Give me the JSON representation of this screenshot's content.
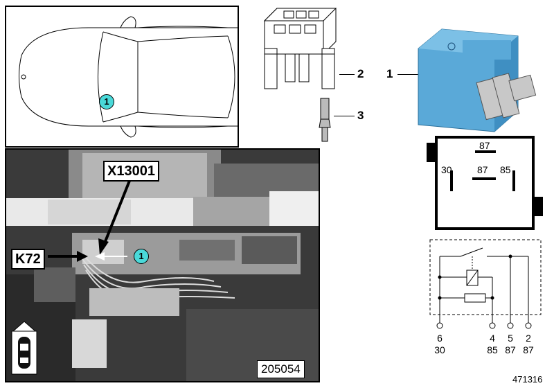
{
  "car_panel": {
    "marker": "1"
  },
  "photo": {
    "connector_label": "X13001",
    "relay_label": "K72",
    "marker": "1",
    "ref_number": "205054"
  },
  "parts": [
    {
      "number": "1",
      "name": "relay"
    },
    {
      "number": "2",
      "name": "connector-housing"
    },
    {
      "number": "3",
      "name": "contact-terminal"
    }
  ],
  "relay_symbol": {
    "labels": {
      "top": "87",
      "left": "30",
      "center": "87",
      "right": "85"
    }
  },
  "schematic_pins": [
    {
      "pin": "6",
      "terminal": "30"
    },
    {
      "pin": "4",
      "terminal": "85"
    },
    {
      "pin": "5",
      "terminal": "87"
    },
    {
      "pin": "2",
      "terminal": "87"
    }
  ],
  "colors": {
    "badge": "#4ad9d9",
    "relay_body": "#5aa9d8"
  },
  "doc_number": "471316"
}
